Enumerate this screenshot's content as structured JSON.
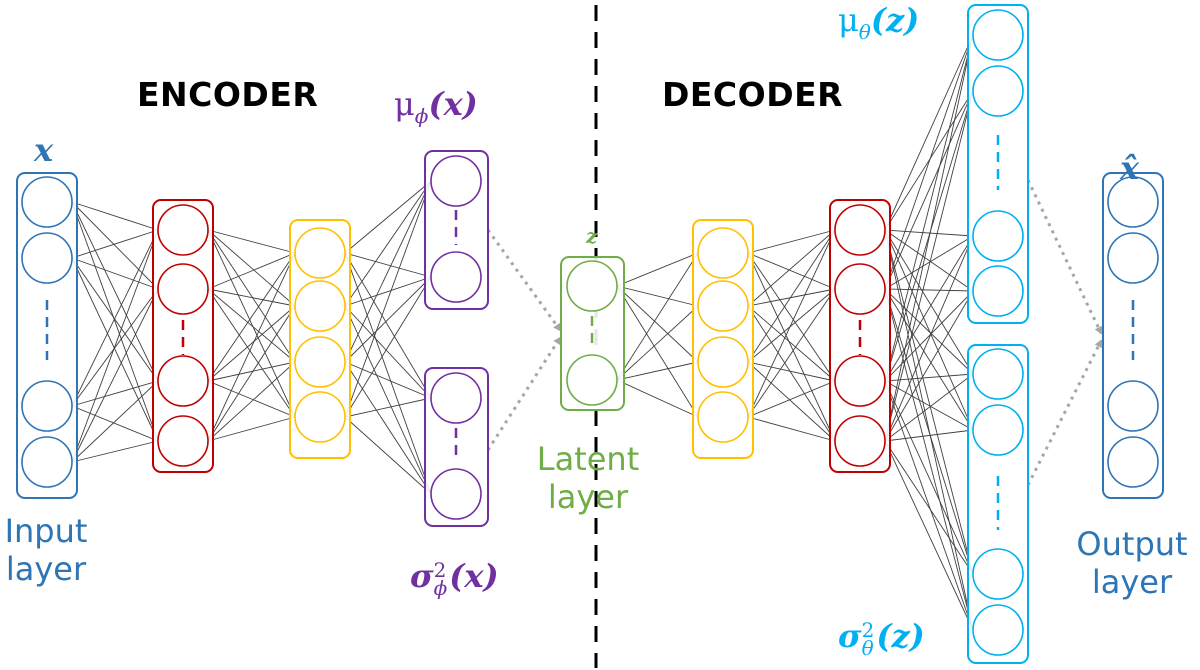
{
  "titles": {
    "encoder": "ENCODER",
    "decoder": "DECODER"
  },
  "labels": {
    "input": [
      "Input",
      "layer"
    ],
    "latent": [
      "Latent",
      "layer"
    ],
    "output": [
      "Output",
      "layer"
    ]
  },
  "symbols": {
    "x": "x",
    "x_hat": "x̂",
    "z": "z",
    "mu_phi": {
      "base": "μ",
      "sub": "ϕ",
      "arg": "(x)"
    },
    "sigma_phi": {
      "base": "σ",
      "sup": "2",
      "sub": "ϕ",
      "arg": "(x)"
    },
    "mu_theta": {
      "base": "μ",
      "sub": "θ",
      "arg": "(z)"
    },
    "sigma_theta": {
      "base": "σ",
      "sup": "2",
      "sub": "θ",
      "arg": "(z)"
    }
  },
  "colors": {
    "input": "#2e75b6",
    "encoder_hidden1": "#c00000",
    "encoder_hidden2": "#ffc000",
    "encoder_stats": "#7030a0",
    "latent": "#70ad47",
    "decoder_hidden1": "#ffc000",
    "decoder_hidden2": "#c00000",
    "decoder_stats": "#00b0f0",
    "output": "#2e75b6",
    "connection": "#404040",
    "sampling_arrow": "#a6a6a6",
    "divider": "#000000"
  }
}
